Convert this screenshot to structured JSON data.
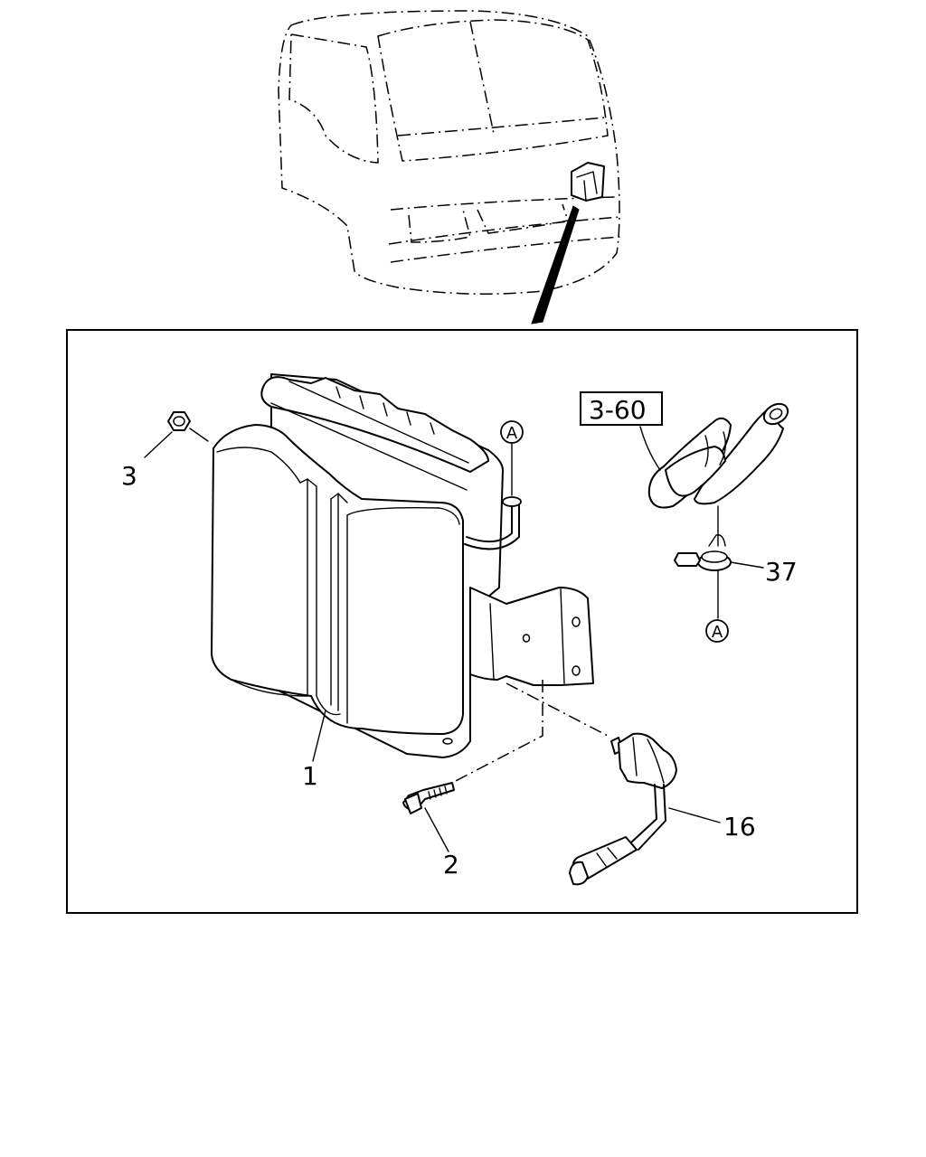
{
  "callouts": {
    "part_1": "1",
    "part_2": "2",
    "part_3": "3",
    "part_16": "16",
    "part_37": "37",
    "ref_box": "3-60",
    "connector_a_top": "A",
    "connector_a_bottom": "A"
  },
  "icons": {
    "truck_cab": "truck-cab-overview-icon",
    "box": "detail-frame",
    "tank": "reservoir-tank-icon",
    "bracket": "mounting-bracket-icon",
    "bolt": "bolt-icon",
    "nut": "nut-icon",
    "hose": "hose-icon",
    "clamp": "hose-clamp-icon",
    "sensor": "level-sensor-icon"
  }
}
